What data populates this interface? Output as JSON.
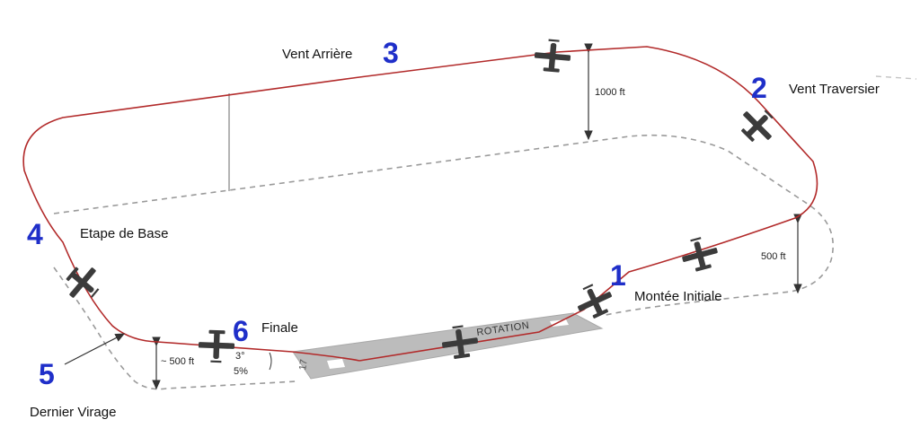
{
  "colors": {
    "pattern": "#b22a2a",
    "ground": "#9a9a9a",
    "number": "#1f2fc9",
    "runway": "#bcbcbc",
    "plane": "#3b3b3b"
  },
  "phases": [
    {
      "num": "1",
      "label": "Montée Initiale"
    },
    {
      "num": "2",
      "label": "Vent Traversier"
    },
    {
      "num": "3",
      "label": "Vent Arrière"
    },
    {
      "num": "4",
      "label": "Etape de Base"
    },
    {
      "num": "5",
      "label": "Dernier Virage"
    },
    {
      "num": "6",
      "label": "Finale"
    }
  ],
  "altitudes": {
    "downwind": "1000 ft",
    "crosswind": "500 ft",
    "final": "~ 500 ft"
  },
  "glide": {
    "angle": "3°",
    "slope": "5%"
  },
  "runway": {
    "rotation": "ROTATION",
    "number": "17"
  },
  "icons": [
    "airplane-icon",
    "arrow-icon"
  ]
}
